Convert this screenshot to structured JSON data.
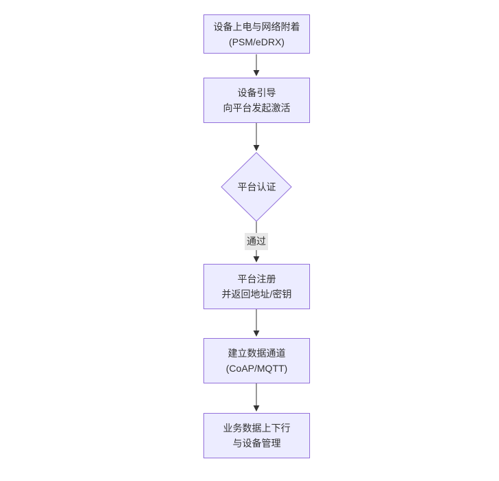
{
  "diagram": {
    "type": "flowchart",
    "direction": "top-down",
    "colors": {
      "canvas_background": "#ffffff",
      "node_fill": "#ECECFF",
      "node_border": "#9370DB",
      "text": "#333333",
      "edge": "#333333",
      "edge_label_background": "#e8e8e8"
    },
    "nodes": [
      {
        "id": "n1",
        "shape": "rect",
        "label": "设备上电与网络附着\n(PSM/eDRX)"
      },
      {
        "id": "n2",
        "shape": "rect",
        "label": "设备引导\n向平台发起激活"
      },
      {
        "id": "n3",
        "shape": "diamond",
        "label": "平台认证"
      },
      {
        "id": "n4",
        "shape": "rect",
        "label": "平台注册\n并返回地址/密钥"
      },
      {
        "id": "n5",
        "shape": "rect",
        "label": "建立数据通道\n(CoAP/MQTT)"
      },
      {
        "id": "n6",
        "shape": "rect",
        "label": "业务数据上下行\n与设备管理"
      }
    ],
    "edges": [
      {
        "from": "n1",
        "to": "n2",
        "label": ""
      },
      {
        "from": "n2",
        "to": "n3",
        "label": ""
      },
      {
        "from": "n3",
        "to": "n4",
        "label": "通过"
      },
      {
        "from": "n4",
        "to": "n5",
        "label": ""
      },
      {
        "from": "n5",
        "to": "n6",
        "label": ""
      }
    ]
  }
}
